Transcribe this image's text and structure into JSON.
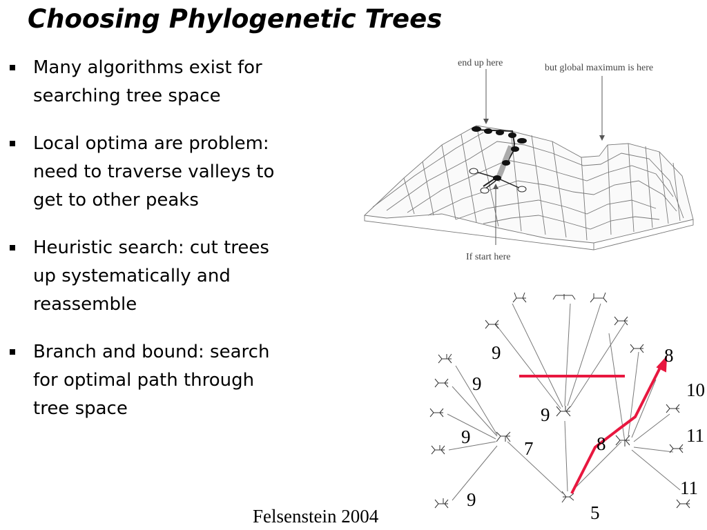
{
  "slide": {
    "title": "Choosing Phylogenetic Trees",
    "bullets": [
      {
        "line1": "Many algorithms exist for",
        "line2": "searching tree space"
      },
      {
        "line1": "Local optima are problem:",
        "line2": "need to traverse valleys to",
        "line3": "get to other peaks"
      },
      {
        "line1": "Heuristic search: cut trees",
        "line2": "up systematically and",
        "line3": "reassemble"
      },
      {
        "line1": "Branch and bound: search",
        "line2": "for optimal path through",
        "line3": "tree space"
      }
    ],
    "citation": "Felsenstein 2004"
  },
  "landscape": {
    "label_end": "end up here",
    "label_global": "but global maximum is here",
    "label_start": "If start here"
  },
  "bnb": {
    "scores": {
      "s9a": "9",
      "s8a": "8",
      "s9b": "9",
      "s10": "10",
      "s9c": "9",
      "s9d": "9",
      "s11a": "11",
      "s8b": "8",
      "s7": "7",
      "s11b": "11",
      "s9e": "9",
      "s5": "5"
    },
    "path_color": "#e8173f"
  }
}
